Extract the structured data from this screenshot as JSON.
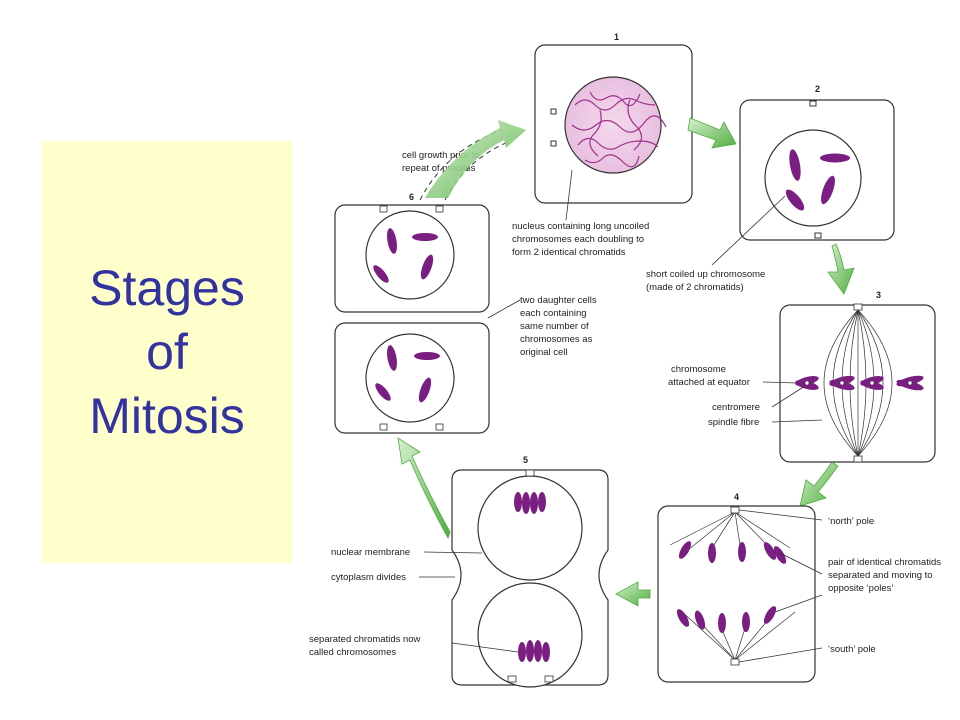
{
  "title": {
    "lines": [
      "Stages",
      "of",
      "Mitosis"
    ]
  },
  "colors": {
    "panel_background": "#ffffcc",
    "title_text": "#3333a0",
    "chromosome": "#7a1e82",
    "arrow": "#5fb94a"
  },
  "stages": {
    "s1": {
      "number": "1",
      "label": [
        "nucleus containing long uncoiled",
        "chromosomes each doubling to",
        "form 2 identical chromatids"
      ]
    },
    "s2": {
      "number": "2",
      "label": [
        "short coiled up chromosome",
        "(made of 2 chromatids)"
      ]
    },
    "s3": {
      "number": "3",
      "labels": {
        "attached": [
          "chromosome",
          "attached at equator"
        ],
        "centromere": "centromere",
        "spindle": "spindle fibre"
      }
    },
    "s4": {
      "number": "4",
      "labels": {
        "north": "‘north’ pole",
        "pair": [
          "pair of identical chromatids",
          "separated and moving to",
          "opposite ‘poles’"
        ],
        "south": "‘south’ pole"
      }
    },
    "s5": {
      "number": "5",
      "labels": {
        "membrane": "nuclear membrane",
        "cytoplasm": "cytoplasm divides",
        "separated": [
          "separated chromatids now",
          "called chromosomes"
        ]
      }
    },
    "s6": {
      "number": "6",
      "labels": {
        "growth": [
          "cell growth prior to",
          "repeat of process"
        ],
        "daughter": [
          "two daughter cells",
          "each containing",
          "same number of",
          "chromosomes as",
          "original cell"
        ]
      }
    }
  }
}
